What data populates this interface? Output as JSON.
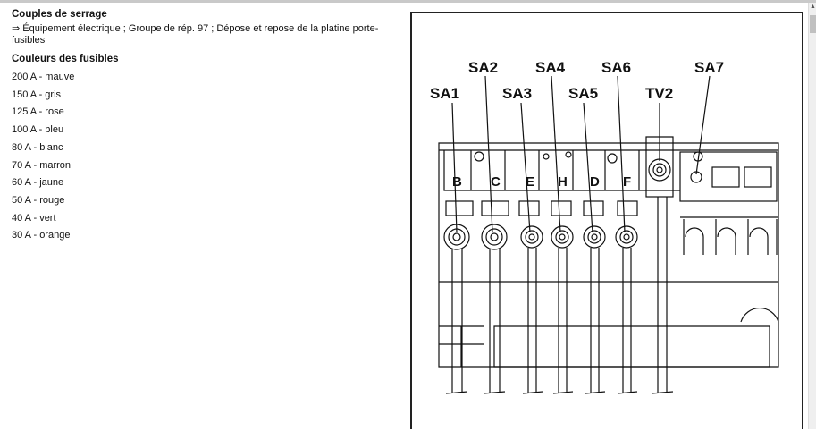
{
  "torque": {
    "heading": "Couples de serrage",
    "text": "⇒ Équipement électrique ; Groupe de rép. 97 ; Dépose et repose de la platine porte-fusibles"
  },
  "colors": {
    "heading": "Couleurs des fusibles",
    "items": [
      "200 A - mauve",
      "150 A - gris",
      "125 A - rose",
      "100 A - bleu",
      "80 A - blanc",
      "70 A - marron",
      "60 A - jaune",
      "50 A - rouge",
      "40 A - vert",
      "30 A - orange"
    ]
  },
  "figure": {
    "top_labels": [
      "SA2",
      "SA4",
      "SA6",
      "SA7"
    ],
    "mid_labels": [
      "SA1",
      "SA3",
      "SA5",
      "TV2"
    ],
    "fuse_letters": [
      "B",
      "C",
      "E",
      "H",
      "D",
      "F"
    ]
  }
}
